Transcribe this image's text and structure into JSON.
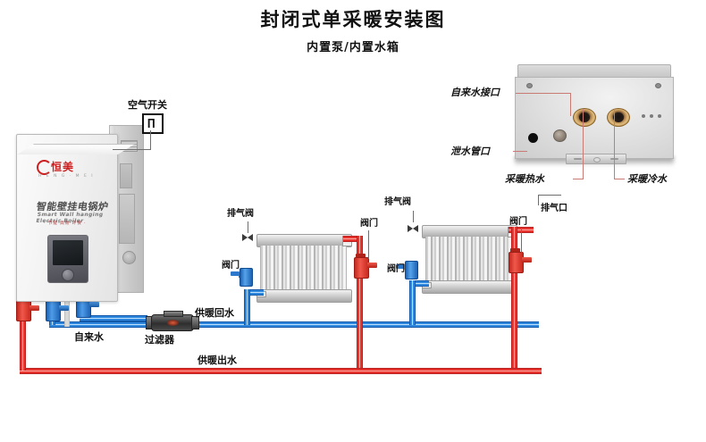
{
  "header": {
    "title": "封闭式单采暖安装图",
    "subtitle": "内置泵/内置水箱"
  },
  "boiler": {
    "logo_text": "恒美",
    "logo_sub": "H E N G · M E I",
    "brand_cn": "智能壁挂电锅炉",
    "brand_en": "Smart Wall hanging Electric Boiler",
    "brand_tag": "· 节能·高效·环保 ·"
  },
  "labels": {
    "air_switch": "空气开关",
    "air_switch_glyph": "∏",
    "tap_water": "自来水",
    "filter": "过滤器",
    "heating_return": "供暖回水",
    "heating_supply": "供暖出水",
    "vent_valve_1": "排气阀",
    "vent_valve_2": "排气阀",
    "valve_a": "阀门",
    "valve_b": "阀门",
    "valve_c": "阀门",
    "valve_d": "阀门",
    "exhaust_port": "排气口"
  },
  "inset": {
    "tap_water_port": "自来水接口",
    "drain_port": "泄水管口",
    "heating_hot_water": "采暖热水",
    "heating_cold_water": "采暖冷水"
  },
  "colors": {
    "supply_red": "#e8352f",
    "return_blue": "#2f86dd",
    "leader_salmon": "#c97a72",
    "text": "#101010"
  }
}
